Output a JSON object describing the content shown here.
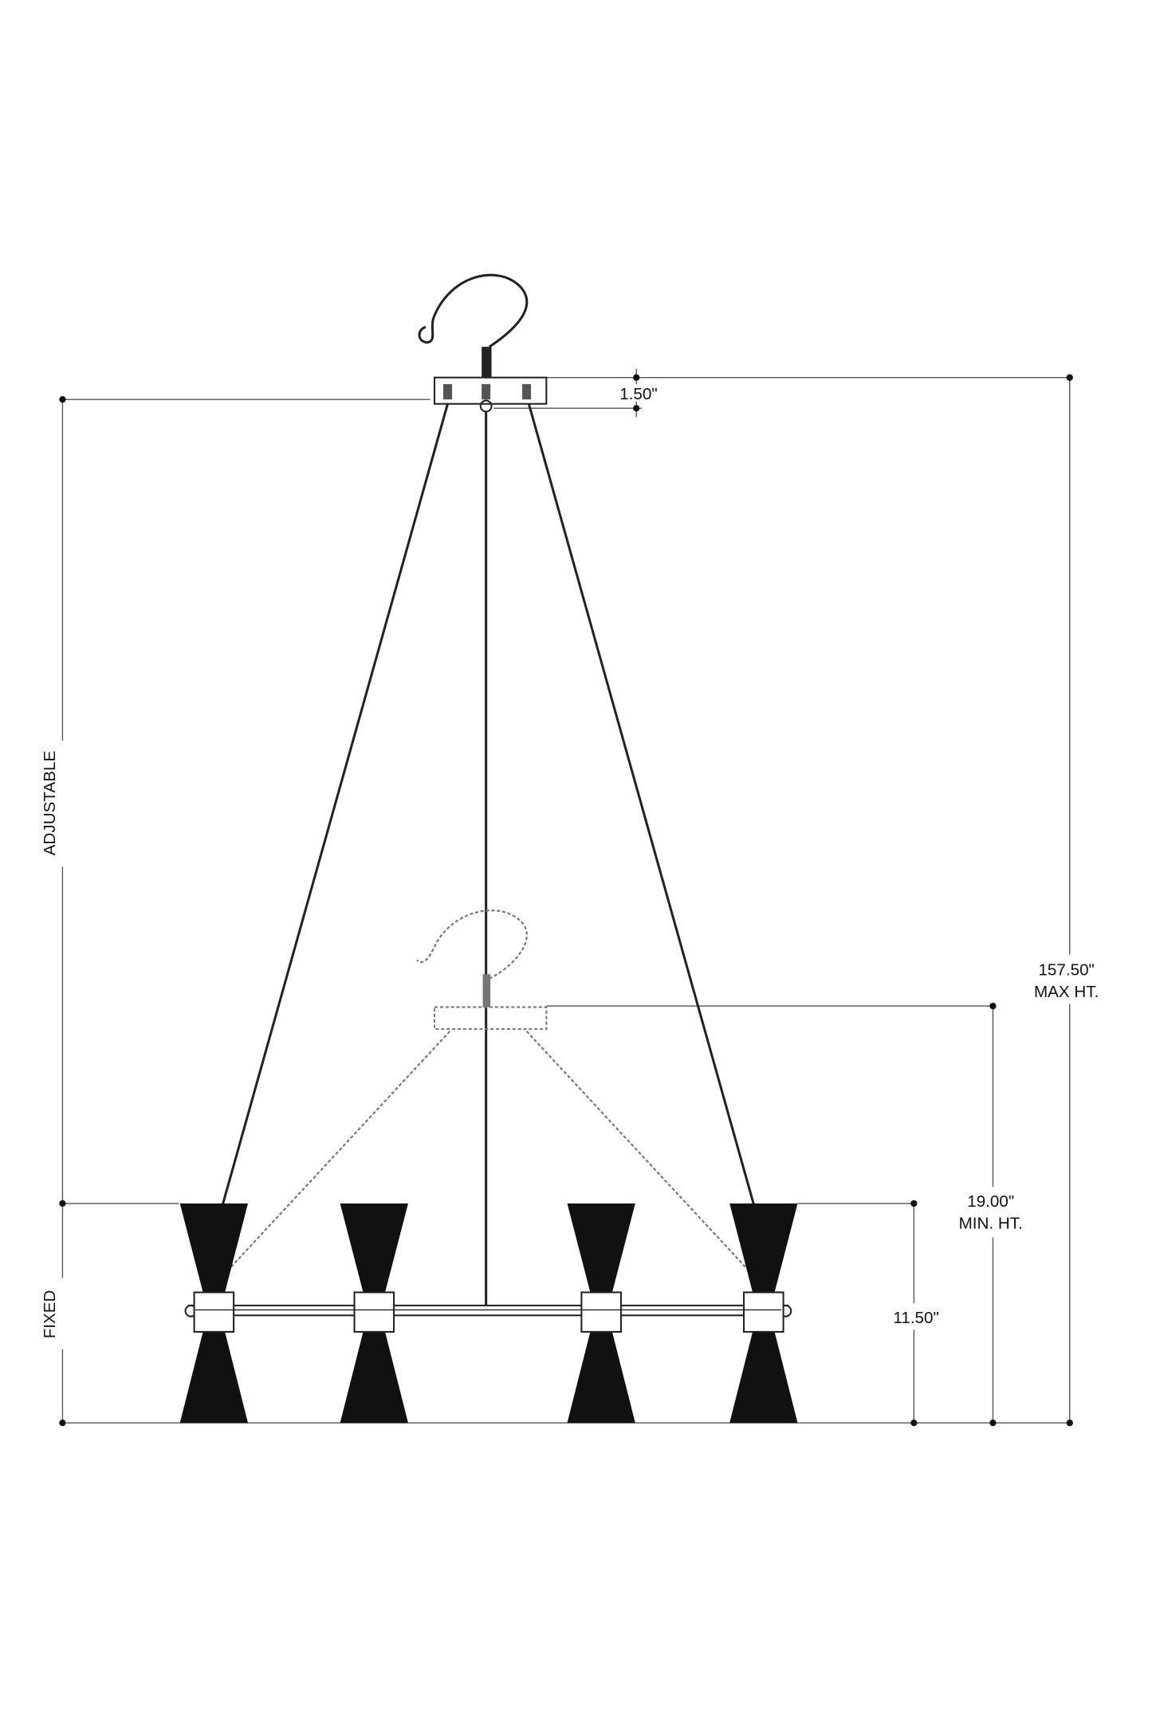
{
  "drawing": {
    "labels": {
      "adjustable": "ADJUSTABLE",
      "fixed": "FIXED"
    },
    "dimensions": {
      "canopy_height": "1.50\"",
      "max_height_value": "157.50\"",
      "max_height_label": "MAX HT.",
      "min_height_value": "19.00\"",
      "min_height_label": "MIN. HT.",
      "fixture_height": "11.50\""
    },
    "lamp_count": 4,
    "colors": {
      "line": "#555555",
      "shade": "#111111",
      "background": "#ffffff"
    }
  }
}
